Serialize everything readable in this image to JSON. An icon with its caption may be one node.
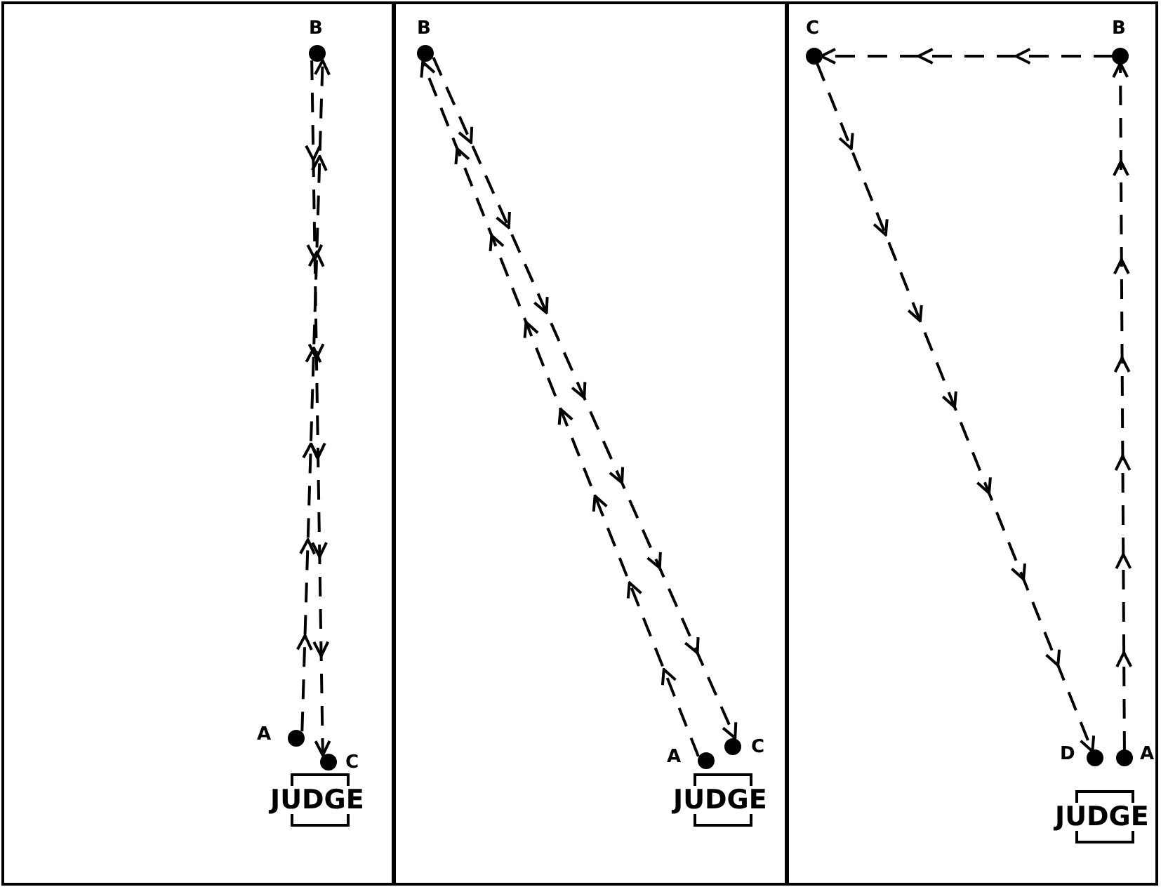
{
  "diagram": {
    "nodes": [
      {
        "text": [],
        "shape": "circle",
        "beside": [
          "B"
        ]
      },
      {
        "text": [],
        "shape": "circle",
        "beside": [
          "A"
        ]
      },
      {
        "text": [],
        "shape": "circle",
        "beside": [
          "C"
        ]
      },
      {
        "text": [
          "JUDGE"
        ]
      },
      {
        "text": [],
        "shape": "circle",
        "beside": [
          "B"
        ]
      },
      {
        "text": [],
        "shape": "circle",
        "beside": [
          "A"
        ]
      },
      {
        "text": [],
        "shape": "circle",
        "beside": [
          "C"
        ]
      },
      {
        "text": [
          "JUDGE"
        ]
      },
      {
        "text": [],
        "shape": "circle",
        "beside": [
          "C"
        ]
      },
      {
        "text": [],
        "shape": "circle",
        "beside": [
          "B"
        ]
      },
      {
        "text": [],
        "shape": "circle",
        "beside": [
          "D"
        ]
      },
      {
        "text": [],
        "shape": "circle",
        "beside": [
          "A"
        ]
      },
      {
        "text": [
          "JUDGE"
        ]
      }
    ],
    "edges": [
      {
        "from": 1,
        "to": 0,
        "arrow": "to",
        "style": "dashed"
      },
      {
        "from": 0,
        "to": 2,
        "arrow": "to",
        "style": "dashed"
      },
      {
        "from": 5,
        "to": 4,
        "arrow": "to",
        "style": "dashed"
      },
      {
        "from": 4,
        "to": 6,
        "arrow": "to",
        "style": "dashed"
      },
      {
        "from": 11,
        "to": 9,
        "arrow": "to",
        "style": "dashed"
      },
      {
        "from": 9,
        "to": 8,
        "arrow": "to",
        "style": "dashed"
      },
      {
        "from": 8,
        "to": 10,
        "arrow": "to",
        "style": "dashed"
      }
    ]
  }
}
